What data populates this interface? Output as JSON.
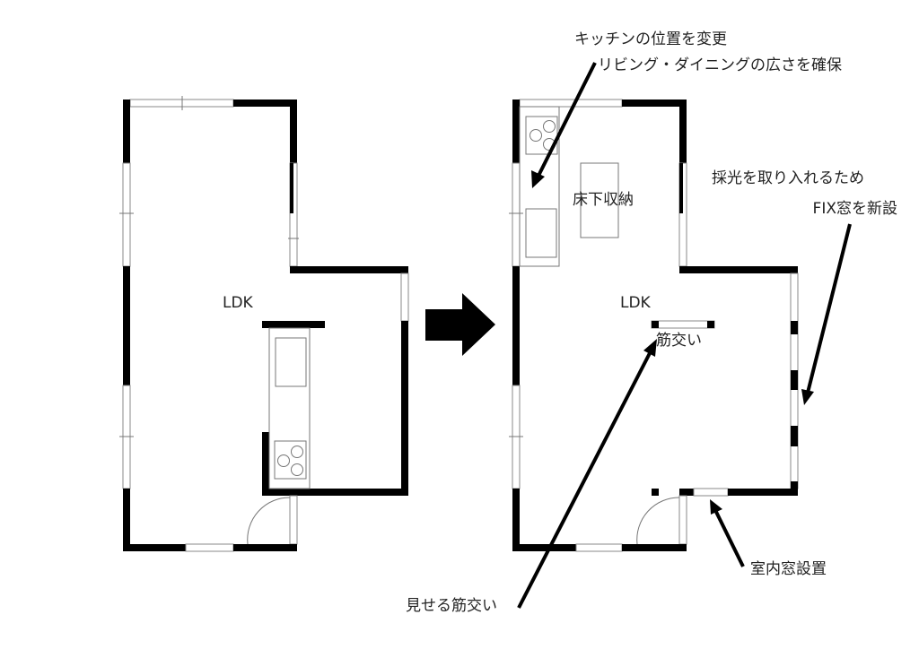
{
  "before_plan": {
    "room_label": "LDK"
  },
  "after_plan": {
    "room_label": "LDK",
    "storage_label": "床下収納",
    "brace_label": "筋交い"
  },
  "annotations": {
    "kitchen_line1": "キッチンの位置を変更",
    "kitchen_line2": "リビング・ダイニングの広さを確保",
    "fix_line1": "採光を取り入れるため",
    "fix_line2": "FIX窓を新設",
    "brace": "見せる筋交い",
    "interior_window": "室内窓設置"
  },
  "colors": {
    "wall": "#000000",
    "line": "#777777"
  }
}
